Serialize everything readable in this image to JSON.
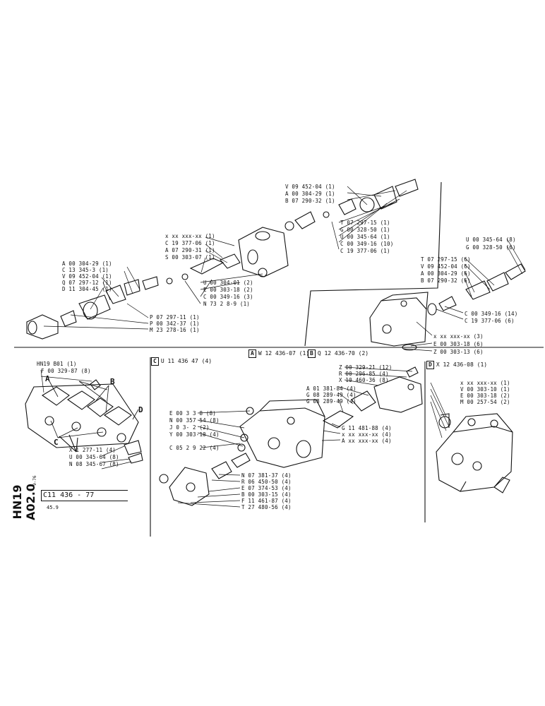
{
  "group_labels": {
    "top_left": [
      "A 00 304-29 (1)",
      "C 13 345-3 (1)",
      "V 09 452-04 (1)",
      "Q 07 297-12 (1)",
      "D 11 304-45 (1)"
    ],
    "top_left_bottom": [
      "P 07 297-11 (1)",
      "P 00 342-37 (1)",
      "M 23 278-16 (1)"
    ],
    "top_middle_left": [
      "x xx xxx-xx (1)",
      "C 19 377-06 (1)",
      "A 07 290-31 (1)",
      "S 00 303-07 (1)"
    ],
    "top_middle_bottom": [
      "U 00 304-01 (2)",
      "E 00 303-18 (2)",
      "C 00 349-16 (3)",
      "N 73 2 8-9 (1)"
    ],
    "top_right_upper": [
      "V 09 452-04 (1)",
      "A 00 304-29 (1)",
      "B 07 290-32 (1)"
    ],
    "top_right_lower": [
      "T 07 297-15 (1)",
      "G 00 328-50 (1)",
      "U 00 345-64 (1)",
      "C 00 349-16 (10)",
      "C 19 377-06 (1)"
    ],
    "right_top": [
      "U 00 345-64 (8)",
      "G 00 328-50 (6)"
    ],
    "right_mid": [
      "T 07 297-15 (6)",
      "V 09 452-04 (6)",
      "A 00 304-29 (6)",
      "B 07 290-32 (6)"
    ],
    "right_mid_lower": [
      "C 00 349-16 (14)",
      "C 19 377-06 (6)"
    ],
    "right_bottom": [
      "x xx xxx-xx (3)",
      "E 00 303-18 (6)",
      "Z 00 303-13 (6)"
    ],
    "lower_left": [
      "HN19 B01 (1)",
      "F 00 329-87 (8)"
    ],
    "lower_left_bottom": [
      "X 1 277-11 (4)",
      "U 00 345-64 (8)",
      "N 08 345-67 (8)"
    ],
    "c_left": [
      "E 00 3 3 8 (8)",
      "N 00 357 54 (8)",
      "J 0 3- 2 (2)",
      "Y 00 303-10 (4)"
    ],
    "c_left_mid": [
      "C 05 2 9 22 (4)"
    ],
    "c_right_top": [
      "Z 00 329-21 (12)",
      "R 00 296-85 (4)",
      "X 10 460-36 (8)"
    ],
    "c_right_mid": [
      "A 01 381-84 (4)",
      "G 08 289-49 (4)",
      "G 08 289-49 (4)"
    ],
    "c_right_low": [
      "G 11 481-88 (4)",
      "x xx xxx-xx (4)",
      "A xx xxx-xx (4)"
    ],
    "c_bottom": [
      "N 07 381-37 (4)",
      "R 06 450-50 (4)",
      "E 07 374-53 (4)",
      "B 00 303-15 (4)",
      "F 11 461-87 (4)",
      "T 27 480-56 (4)"
    ],
    "d_labels": [
      "x xx xxx-xx (1)",
      "V 00 303-10 (1)",
      "E 00 303-18 (2)",
      "M 00 257-54 (2)"
    ]
  },
  "callouts": {
    "A": "A",
    "B": "B",
    "C": "C",
    "D": "D"
  },
  "sections": {
    "a_box": "A",
    "a_text": "W 12 436-07 (1)",
    "b_box": "B",
    "b_text": "Q 12 436-70 (2)",
    "c_box": "C",
    "c_text": "U 11 436 47 (4)",
    "d_box": "D",
    "d_text": "X 12 436-08 (1)"
  },
  "title_block": {
    "vertical_code": "HN19 A02.0",
    "date": "9-76",
    "doc_number": "C11 436 - 77",
    "sub": "45.9"
  }
}
